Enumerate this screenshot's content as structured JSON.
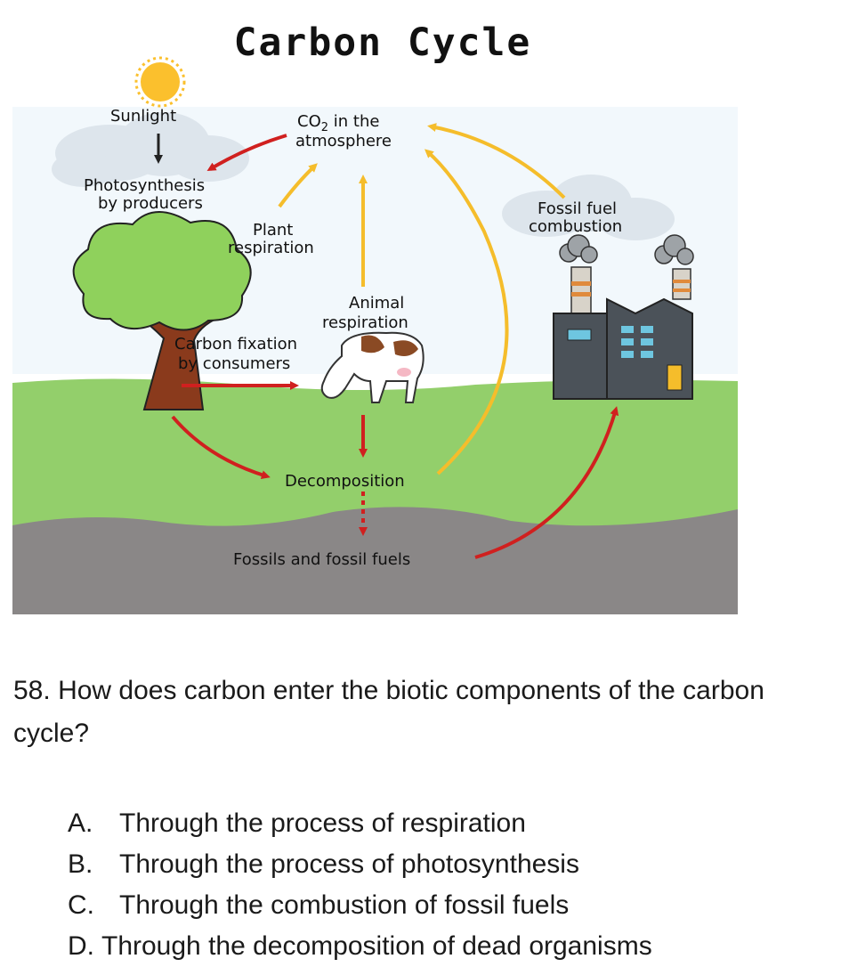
{
  "diagram": {
    "title": "Carbon Cycle",
    "labels": {
      "sunlight": "Sunlight",
      "co2_main": "CO",
      "co2_sub": "2",
      "co2_rest": " in the",
      "atmosphere": "atmosphere",
      "photosynthesis_1": "Photosynthesis",
      "photosynthesis_2": "by producers",
      "plant_1": "Plant",
      "plant_2": "respiration",
      "animal_1": "Animal",
      "animal_2": "respiration",
      "fixation_1": "Carbon fixation",
      "fixation_2": "by consumers",
      "combustion_1": "Fossil fuel",
      "combustion_2": "combustion",
      "decomposition": "Decomposition",
      "fossils": "Fossils and fossil fuels"
    },
    "colors": {
      "sky": "#dff1fb",
      "grass": "#93cf6b",
      "ground": "#8a8787",
      "red_arrow": "#d0201f",
      "yellow_arrow": "#f5bd2b",
      "tree_leaves": "#8fd15c",
      "tree_trunk": "#8a3a1c",
      "factory": "#4b5259",
      "sun": "#fbc02d"
    }
  },
  "question": {
    "number": "58.",
    "text": "How does carbon enter the biotic components of the carbon cycle?"
  },
  "options": [
    {
      "letter": "A.",
      "text": "Through the process of respiration"
    },
    {
      "letter": "B.",
      "text": "Through the process of photosynthesis"
    },
    {
      "letter": "C.",
      "text": "Through the combustion of fossil fuels"
    },
    {
      "letter": "D.",
      "text": "Through the decomposition of dead organisms"
    }
  ]
}
